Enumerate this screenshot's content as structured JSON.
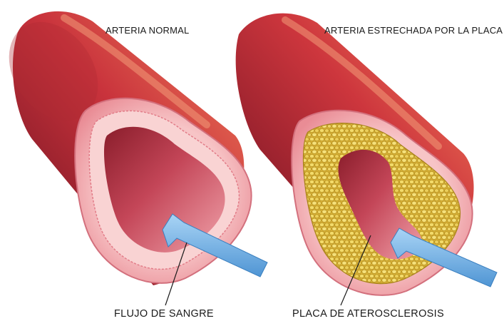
{
  "labels": {
    "normal_title": "ARTERIA NORMAL",
    "narrowed_title": "ARTERIA ESTRECHADA POR LA PLACA",
    "flow_label": "FLUJO DE SANGRE",
    "plaque_label": "PLACA DE ATEROSCLEROSIS"
  },
  "colors": {
    "artery_outer": "#c42f3a",
    "artery_dark": "#7e1420",
    "artery_highlight": "#f08a6a",
    "wall_pink": "#f4b3b8",
    "lumen": "#c94a5a",
    "plaque": "#e2c247",
    "arrow": "#6faee2",
    "background": "#ffffff"
  }
}
